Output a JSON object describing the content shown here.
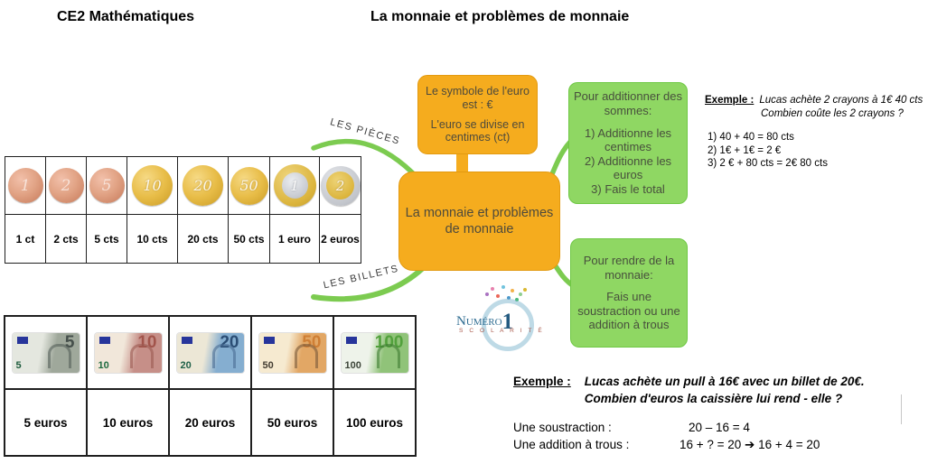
{
  "header": {
    "course": "CE2 Mathématiques",
    "title": "La monnaie et problèmes de monnaie"
  },
  "mindmap": {
    "center": "La monnaie et problèmes de monnaie",
    "symbol_box": {
      "line1": "Le symbole de l'euro est : €",
      "line2": "L'euro se divise en centimes (ct)"
    },
    "pieces_label": "LES PIÈCES",
    "billets_label": "LES BILLETS",
    "add_box": {
      "title": "Pour additionner des sommes:",
      "steps": [
        "1) Additionne les centimes",
        "2) Additionne les euros",
        "3) Fais le total"
      ]
    },
    "change_box": {
      "title": "Pour rendre de la monnaie:",
      "body": "Fais une soustraction ou une addition à trous"
    }
  },
  "coins": {
    "items": [
      {
        "label": "1 ct",
        "numeral": "1",
        "type": "copper"
      },
      {
        "label": "2 cts",
        "numeral": "2",
        "type": "copper"
      },
      {
        "label": "5 cts",
        "numeral": "5",
        "type": "copper"
      },
      {
        "label": "10 cts",
        "numeral": "10",
        "type": "gold"
      },
      {
        "label": "20 cts",
        "numeral": "20",
        "type": "gold"
      },
      {
        "label": "50 cts",
        "numeral": "50",
        "type": "gold"
      },
      {
        "label": "1 euro",
        "numeral": "1",
        "type": "gold-ring-silver-center"
      },
      {
        "label": "2 euros",
        "numeral": "2",
        "type": "silver-ring-gold-center"
      }
    ]
  },
  "notes": {
    "items": [
      {
        "label": "5 euros",
        "numeral": "5",
        "colors": {
          "light": "#e4e7df",
          "body": "#9fa89b",
          "big": "#454f4b",
          "small": "#1e5b3d",
          "arch": "#55605a"
        }
      },
      {
        "label": "10 euros",
        "numeral": "10",
        "colors": {
          "light": "#f1e7da",
          "body": "#c68f88",
          "big": "#a2544b",
          "small": "#1e6b40",
          "arch": "#9c5a52"
        }
      },
      {
        "label": "20 euros",
        "numeral": "20",
        "colors": {
          "light": "#ece7d6",
          "body": "#85aed0",
          "big": "#2b4d74",
          "small": "#1e6048",
          "arch": "#4a6d94"
        }
      },
      {
        "label": "50 euros",
        "numeral": "50",
        "colors": {
          "light": "#f6ead0",
          "body": "#e2a765",
          "big": "#cf7f35",
          "small": "#433d32",
          "arch": "#7a5a3a"
        }
      },
      {
        "label": "100 euros",
        "numeral": "100",
        "colors": {
          "light": "#eef3ea",
          "body": "#90c379",
          "big": "#52a13c",
          "small": "#3c4438",
          "arch": "#3f7d33"
        }
      }
    ]
  },
  "example_top": {
    "label": "Exemple :",
    "question_line1": "Lucas achète 2 crayons à 1€ 40 cts",
    "question_line2": "Combien coûte les 2 crayons ?",
    "steps": [
      "1) 40 + 40 = 80 cts",
      "2) 1€ + 1€ = 2 €",
      "3) 2 € + 80 cts = 2€ 80 cts"
    ]
  },
  "example_bottom": {
    "label": "Exemple :",
    "question_line1": "Lucas achète un pull à 16€ avec un billet de 20€.",
    "question_line2": "Combien d'euros la caissière lui rend - elle ?",
    "calc1_label": "Une soustraction :",
    "calc1_value": "20 – 16 = 4",
    "calc2_label": "Une addition à trous :",
    "calc2_value": "16 + ? = 20 ➔ 16 + 4 = 20"
  },
  "logo": {
    "name": "Numéro",
    "number": "1",
    "sub": "S C O L A R I T É"
  },
  "colors": {
    "mindmap_orange": "#F5AC1E",
    "mindmap_green": "#8FD763",
    "branch_green": "#7CCB50",
    "coin_copper": "#D9906F",
    "coin_gold": "#E2B33C",
    "coin_silver": "#C8CBD0",
    "flag_blue": "#27359B"
  }
}
